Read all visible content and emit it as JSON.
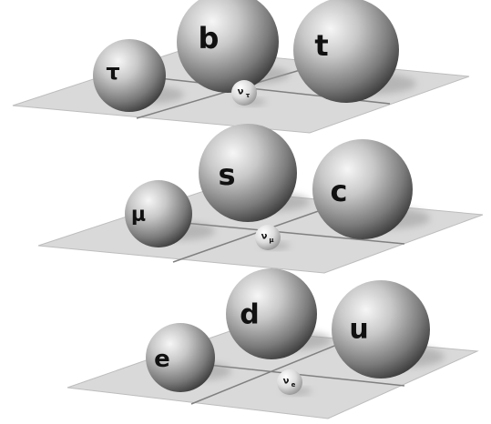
{
  "colors": {
    "plane_fill": "#d8d8d8",
    "plane_edge": "#b5b5b5",
    "divider": "#7e7e7e",
    "sphere_light": "#f4f4f4",
    "sphere_mid": "#9a9a9a",
    "sphere_dark": "#3a3a3a",
    "shadow": "#a9a9a9",
    "label": "#111111"
  },
  "generations": [
    {
      "lepton": "τ",
      "quark_lower": "b",
      "quark_upper": "t",
      "neutrino": "ν",
      "neutrino_subscript": "τ"
    },
    {
      "lepton": "μ",
      "quark_lower": "s",
      "quark_upper": "c",
      "neutrino": "ν",
      "neutrino_subscript": "μ"
    },
    {
      "lepton": "e",
      "quark_lower": "d",
      "quark_upper": "u",
      "neutrino": "ν",
      "neutrino_subscript": "e"
    }
  ]
}
